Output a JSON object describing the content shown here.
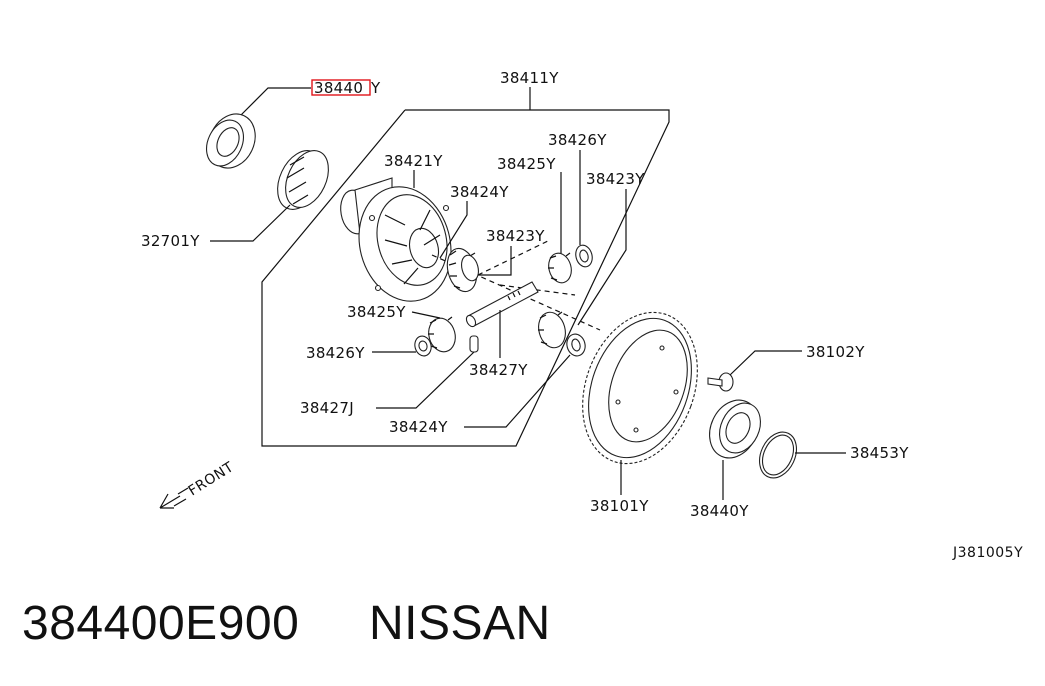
{
  "diagram": {
    "part_labels": {
      "p38440_top_a": "38440",
      "p38440_top_b": "Y",
      "p38411": "38411Y",
      "p38426_top": "38426Y",
      "p38421": "38421Y",
      "p38425_top": "38425Y",
      "p38423_top": "38423Y",
      "p38424_top": "38424Y",
      "p38423_mid": "38423Y",
      "p32701": "32701Y",
      "p38425_mid": "38425Y",
      "p38426_mid": "38426Y",
      "p38427y": "38427Y",
      "p38427j": "38427J",
      "p38424_bot": "38424Y",
      "p38102": "38102Y",
      "p38453": "38453Y",
      "p38101": "38101Y",
      "p38440_bot": "38440Y",
      "ref": "J381005Y"
    },
    "front_label": "FRONT",
    "highlight_color": "#e0141a"
  },
  "footer": {
    "part_number": "384400E900",
    "brand": "NISSAN"
  }
}
